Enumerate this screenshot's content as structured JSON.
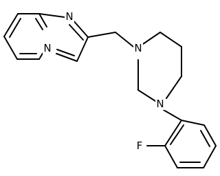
{
  "molecule": {
    "atoms": [
      {
        "id": "n-imidazole",
        "symbol": "N"
      },
      {
        "id": "n-bridgehead",
        "symbol": "N"
      },
      {
        "id": "n-piperazine-top",
        "symbol": "N"
      },
      {
        "id": "n-piperazine-bottom",
        "symbol": "N"
      },
      {
        "id": "fluorine",
        "symbol": "F"
      }
    ]
  }
}
